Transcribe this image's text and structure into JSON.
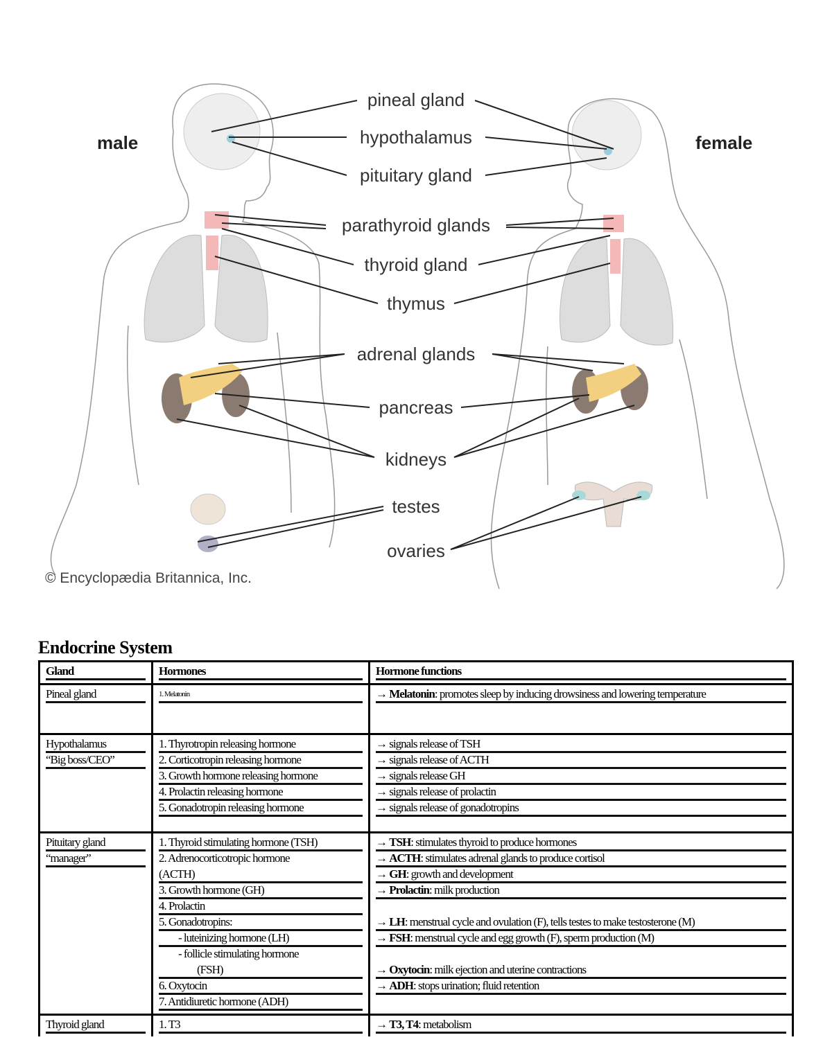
{
  "diagram": {
    "sex_labels": {
      "male": "male",
      "female": "female"
    },
    "labels": {
      "pineal": "pineal gland",
      "hypothalamus": "hypothalamus",
      "pituitary": "pituitary gland",
      "parathyroid": "parathyroid glands",
      "thyroid": "thyroid gland",
      "thymus": "thymus",
      "adrenal": "adrenal glands",
      "pancreas": "pancreas",
      "kidneys": "kidneys",
      "testes": "testes",
      "ovaries": "ovaries"
    },
    "copyright": "© Encyclopædia Britannica, Inc."
  },
  "table": {
    "title": "Endocrine System",
    "headers": [
      "Gland",
      "Hormones",
      "Hormone functions"
    ],
    "rows": [
      {
        "gland": [
          "Pineal gland"
        ],
        "hormones": [
          "1. Melatonin"
        ],
        "functions": [
          {
            "arrow": "→",
            "bold": "Melatonin",
            "text": ": promotes sleep by inducing drowsiness and lowering temperature"
          }
        ]
      },
      {
        "gland": [
          "Hypothalamus",
          "“Big boss/CEO”"
        ],
        "hormones": [
          "1. Thyrotropin releasing hormone",
          "2. Corticotropin releasing hormone",
          "3. Growth hormone releasing hormone",
          "4. Prolactin releasing hormone",
          "5. Gonadotropin releasing hormone"
        ],
        "functions": [
          {
            "arrow": "→",
            "bold": "",
            "text": " signals release of TSH"
          },
          {
            "arrow": "→",
            "bold": "",
            "text": " signals release of ACTH"
          },
          {
            "arrow": "→",
            "bold": "",
            "text": " signals release GH"
          },
          {
            "arrow": "→",
            "bold": "",
            "text": " signals release of prolactin"
          },
          {
            "arrow": "→",
            "bold": "",
            "text": " signals release of gonadotropins"
          }
        ]
      },
      {
        "gland": [
          "Pituitary gland",
          "“manager”"
        ],
        "hormones": [
          "1. Thyroid stimulating hormone (TSH)",
          "2. Adrenocorticotropic hormone",
          "(ACTH)",
          "3. Growth hormone (GH)",
          "4. Prolactin",
          "5. Gonadotropins:",
          "- luteinizing hormone (LH)",
          "- follicle stimulating hormone",
          "(FSH)",
          "6. Oxytocin",
          "7. Antidiuretic hormone (ADH)"
        ],
        "functions": [
          {
            "arrow": "→",
            "bold": "TSH",
            "text": ": stimulates thyroid to produce hormones"
          },
          {
            "arrow": "→",
            "bold": "ACTH",
            "text": ": stimulates adrenal glands to produce cortisol"
          },
          {
            "arrow": "→",
            "bold": "GH",
            "text": ": growth and development"
          },
          {
            "arrow": "→",
            "bold": "Prolactin",
            "text": ": milk production"
          },
          {
            "arrow": "→",
            "bold": "LH",
            "text": ": menstrual cycle and ovulation (F), tells testes to make testosterone (M)"
          },
          {
            "arrow": "→",
            "bold": "FSH",
            "text": ": menstrual cycle and egg growth (F), sperm production (M)"
          },
          {
            "arrow": "→",
            "bold": "Oxytocin",
            "text": ": milk ejection and uterine contractions"
          },
          {
            "arrow": "→",
            "bold": "ADH",
            "text": ": stops urination; fluid retention"
          }
        ]
      },
      {
        "gland": [
          "Thyroid gland"
        ],
        "hormones": [
          "1. T3"
        ],
        "functions": [
          {
            "arrow": "→",
            "bold": "T3, T4",
            "text": ": metabolism"
          }
        ]
      }
    ]
  }
}
